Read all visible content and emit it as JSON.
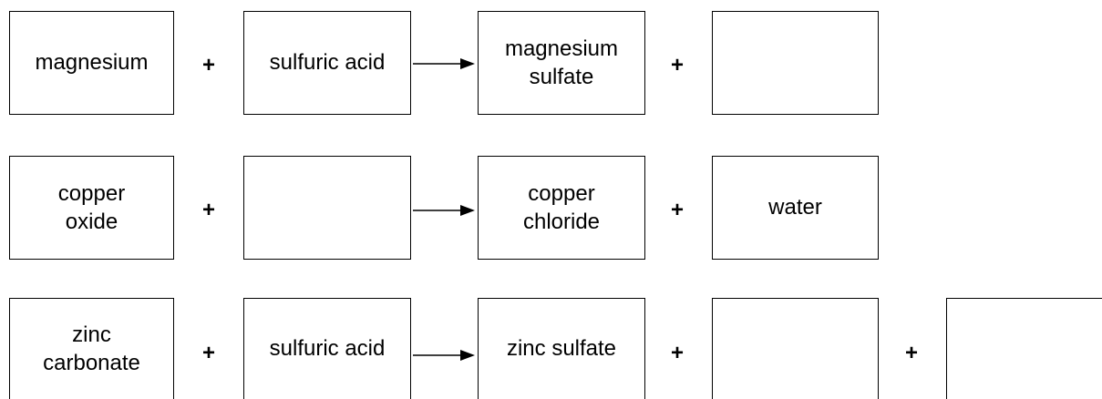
{
  "rows": [
    {
      "boxes": [
        "magnesium",
        "sulfuric acid",
        "magnesium\nsulfate",
        ""
      ],
      "plus": "+"
    },
    {
      "boxes": [
        "copper\noxide",
        "",
        "copper\nchloride",
        "water"
      ],
      "plus": "+"
    },
    {
      "boxes": [
        "zinc\ncarbonate",
        "sulfuric acid",
        "zinc sulfate",
        "",
        ""
      ],
      "plus": "+"
    }
  ]
}
